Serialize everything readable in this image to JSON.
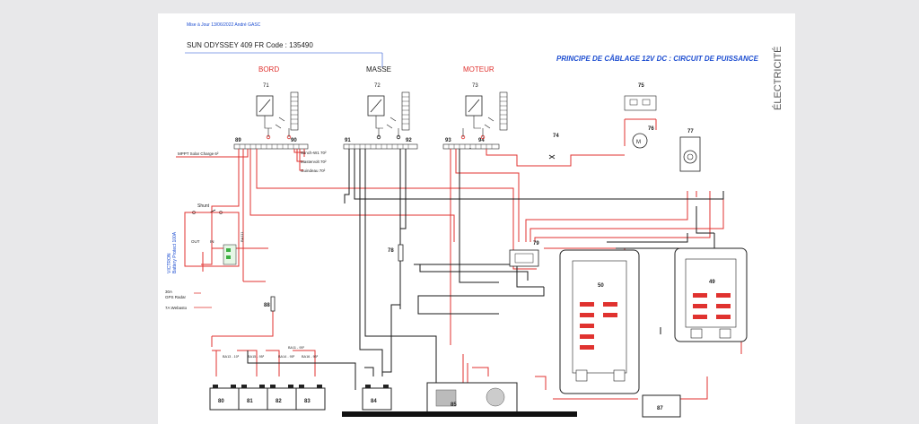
{
  "header": {
    "update_note": "Mise à Jour 13/06/2022 André GASC",
    "boat": "SUN ODYSSEY 409 FR Code : 135490",
    "title": "PRINCIPE DE CÂBLAGE 12V DC : CIRCUIT DE PUISSANCE",
    "section": "ÉLECTRICITÉ"
  },
  "groups": {
    "bord": "BORD",
    "masse": "MASSE",
    "moteur": "MOTEUR"
  },
  "switches": {
    "s71": "71",
    "s72": "72",
    "s73": "73"
  },
  "terminals": {
    "t89": "89",
    "t90": "90",
    "t91": "91",
    "t92": "92",
    "t93": "93",
    "t94": "94"
  },
  "components": {
    "c74": "74",
    "c75": "75",
    "c76": "76",
    "c77": "77",
    "c78": "78",
    "c79": "79",
    "c88": "88",
    "c50": "50",
    "c49": "49",
    "c87": "87",
    "c85": "85"
  },
  "batteries": [
    "80",
    "81",
    "82",
    "83",
    "84"
  ],
  "labels": {
    "mppt": "MPPT Solar Charge 6²",
    "winch": "Winch-W1 70²",
    "mastervolt": "Mastervolt 70²",
    "guindeau": "Guindeau 70²",
    "shunt": "Shunt",
    "out": "OUT",
    "in": "IN",
    "ba111": "BA111",
    "gps": "30A\nGPS Radar",
    "gps_l1": "30A",
    "gps_l2": "GPS Radar",
    "webasto": "7A Webasto",
    "victron": "VICTRON\nBattery Protect 100A",
    "victron_l1": "VICTRON",
    "victron_l2": "Battery Protect 100A",
    "ba13": "BA13 - 10²",
    "ba11": "BA11 - 95²",
    "ba15": "BA15 - 95²",
    "ba14": "BA14 - 95²",
    "ba16": "BA16 - 95²"
  },
  "colors": {
    "positive": "#e0322f",
    "negative": "#1a1a1a",
    "accent": "#1f4fd1"
  }
}
